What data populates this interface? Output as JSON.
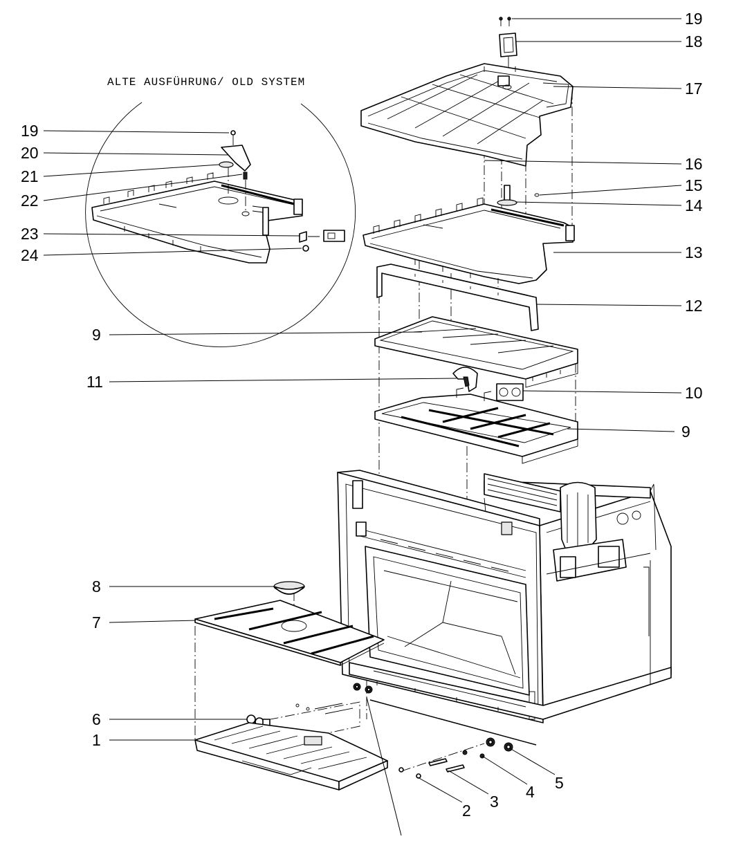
{
  "inset": {
    "title": "ALTE AUSFÜHRUNG/ OLD SYSTEM",
    "labels": [
      "19",
      "20",
      "21",
      "22",
      "23",
      "24"
    ]
  },
  "labels": {
    "p19": "19",
    "p18": "18",
    "p17": "17",
    "p16": "16",
    "p15": "15",
    "p14": "14",
    "p13": "13",
    "p12": "12",
    "p9a": "9",
    "p11": "11",
    "p10": "10",
    "p9b": "9",
    "p8": "8",
    "p7": "7",
    "p6": "6",
    "p1": "1",
    "p2": "2",
    "p3": "3",
    "p4": "4",
    "p5": "5"
  }
}
